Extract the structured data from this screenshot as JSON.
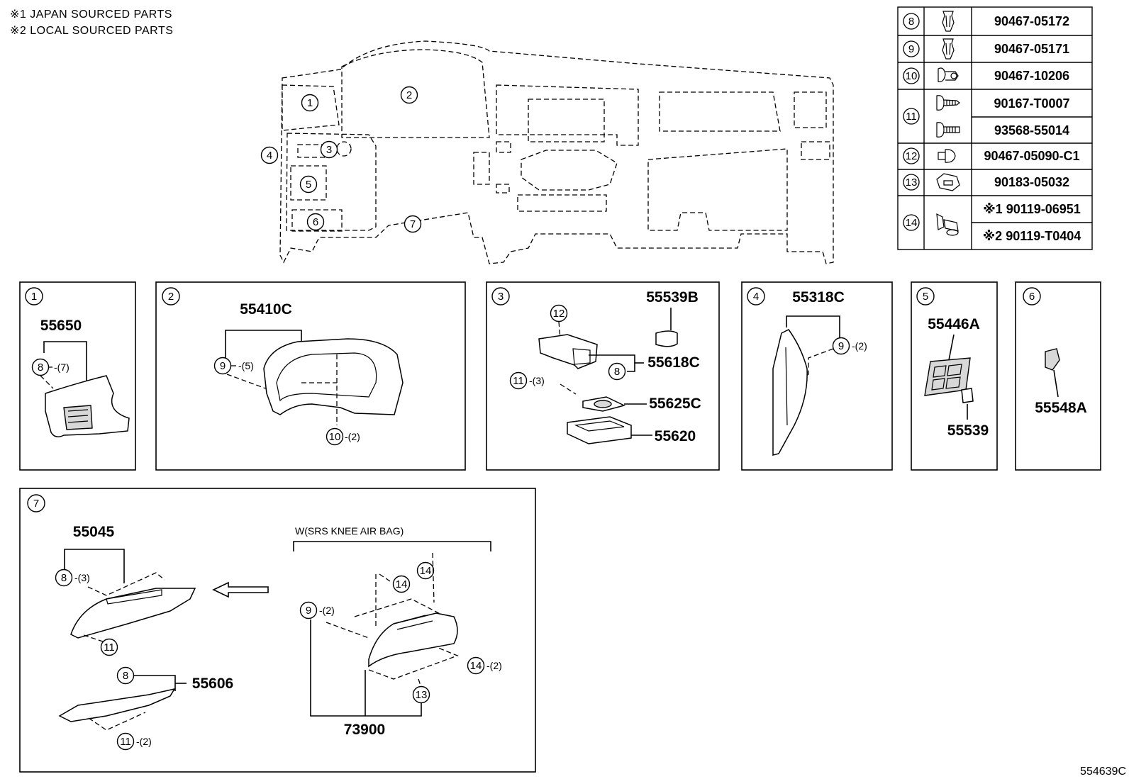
{
  "notes": [
    "※1  JAPAN SOURCED PARTS",
    "※2  LOCAL SOURCED PARTS"
  ],
  "overview_callouts": [
    "1",
    "2",
    "3",
    "4",
    "5",
    "6",
    "7"
  ],
  "fastener_table": [
    {
      "ref": "8",
      "icon": "push-clip-icon",
      "parts": [
        "90467-05172"
      ]
    },
    {
      "ref": "9",
      "icon": "push-clip-icon",
      "parts": [
        "90467-05171"
      ]
    },
    {
      "ref": "10",
      "icon": "rivet-clip-icon",
      "parts": [
        "90467-10206"
      ]
    },
    {
      "ref": "11",
      "icon": "tapping-screw-icon",
      "parts": [
        "90167-T0007",
        "93568-55014"
      ]
    },
    {
      "ref": "12",
      "icon": "pin-clip-icon",
      "parts": [
        "90467-05090-C1"
      ]
    },
    {
      "ref": "13",
      "icon": "nut-clip-icon",
      "parts": [
        "90183-05032"
      ]
    },
    {
      "ref": "14",
      "icon": "bolt-washer-icon",
      "parts": [
        "※1 90119-06951",
        "※2 90119-T0404"
      ]
    }
  ],
  "panels": {
    "p1": {
      "num": "1",
      "part": "55650",
      "clip_ref": "8",
      "clip_qty": "-(7)"
    },
    "p2": {
      "num": "2",
      "part": "55410C",
      "clip_ref": "9",
      "clip_qty": "-(5)",
      "clip2_ref": "10",
      "clip2_qty": "-(2)"
    },
    "p3": {
      "num": "3",
      "parts": [
        "55539B",
        "55618C",
        "55625C",
        "55620"
      ],
      "ref12": "12",
      "ref8": "8",
      "ref11": "11",
      "qty11": "-(3)"
    },
    "p4": {
      "num": "4",
      "part": "55318C",
      "clip_ref": "9",
      "clip_qty": "-(2)"
    },
    "p5": {
      "num": "5",
      "parts": [
        "55446A",
        "55539"
      ]
    },
    "p6": {
      "num": "6",
      "part": "55548A"
    },
    "p7": {
      "num": "7",
      "part_upper": "55045",
      "ref8": "8",
      "qty8": "-(3)",
      "ref11a": "11",
      "part_lower": "55606",
      "ref8b": "8",
      "ref11b": "11",
      "qty11b": "-(2)",
      "variant_label": "W(SRS KNEE AIR BAG)",
      "ref9": "9",
      "qty9": "-(2)",
      "ref14a": "14",
      "ref14b": "14",
      "ref14c": "14",
      "qty14c": "-(2)",
      "ref13": "13",
      "part_airbag": "73900"
    }
  },
  "figure_id": "554639C"
}
